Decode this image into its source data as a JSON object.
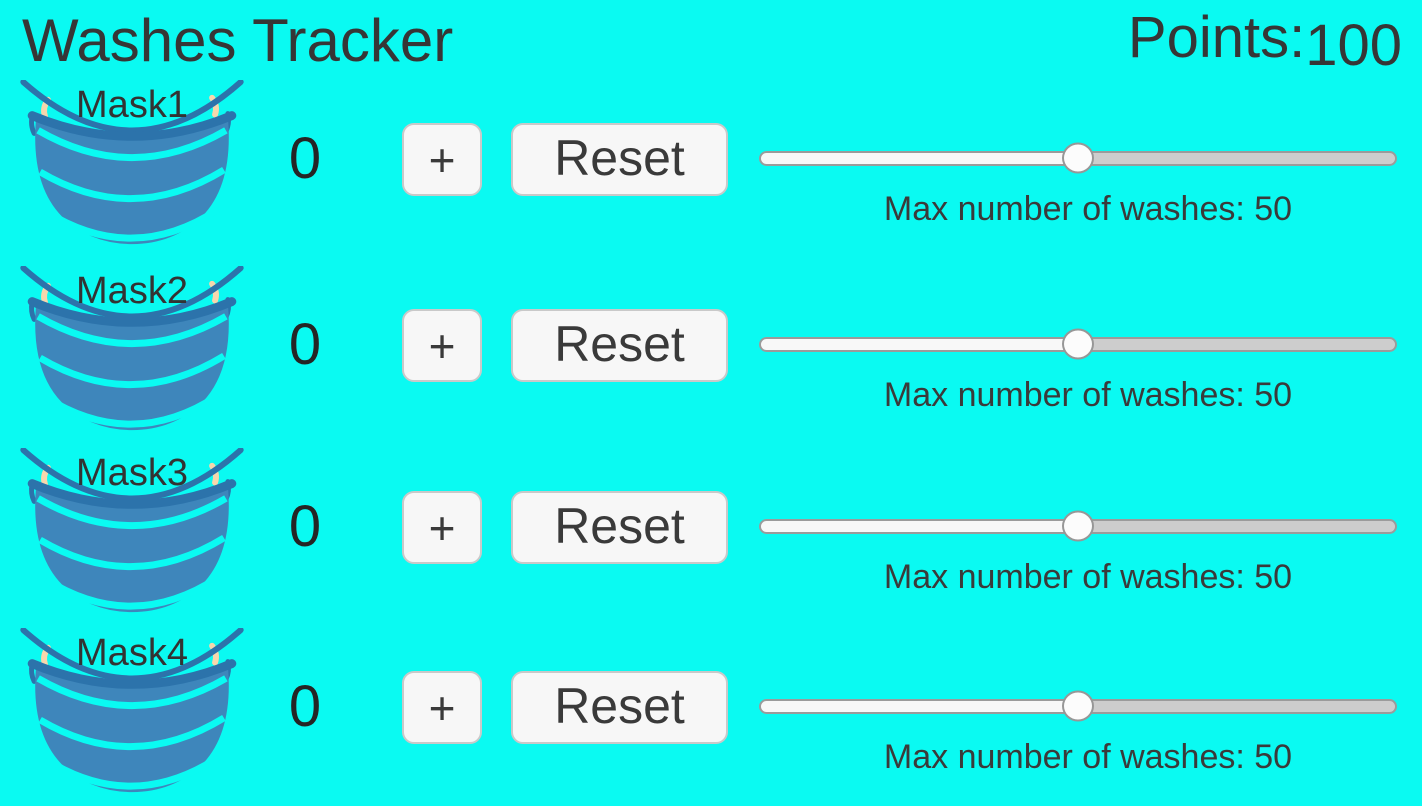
{
  "header": {
    "title": "Washes Tracker",
    "points_label": "Points:",
    "points_value": "100"
  },
  "colors": {
    "background": "#0afaf2",
    "text": "#363636",
    "button_bg": "#f7f7f7",
    "button_border": "#c9c9c9",
    "track_filled": "#f8f8f8",
    "track_empty": "#cdcdcd",
    "track_border": "#9b9b9b",
    "thumb": "#fcfcfc",
    "mask_body": "#3e86bb",
    "mask_trim": "#2c73ab",
    "skin": "#f6d7ad"
  },
  "rows": [
    {
      "label": "Mask1",
      "count": "0",
      "plus_label": "+",
      "reset_label": "Reset",
      "slider_percent": 50,
      "max_label": "Max number of washes: 50"
    },
    {
      "label": "Mask2",
      "count": "0",
      "plus_label": "+",
      "reset_label": "Reset",
      "slider_percent": 50,
      "max_label": "Max number of washes: 50"
    },
    {
      "label": "Mask3",
      "count": "0",
      "plus_label": "+",
      "reset_label": "Reset",
      "slider_percent": 50,
      "max_label": "Max number of washes: 50"
    },
    {
      "label": "Mask4",
      "count": "0",
      "plus_label": "+",
      "reset_label": "Reset",
      "slider_percent": 50,
      "max_label": "Max number of washes: 50"
    }
  ]
}
